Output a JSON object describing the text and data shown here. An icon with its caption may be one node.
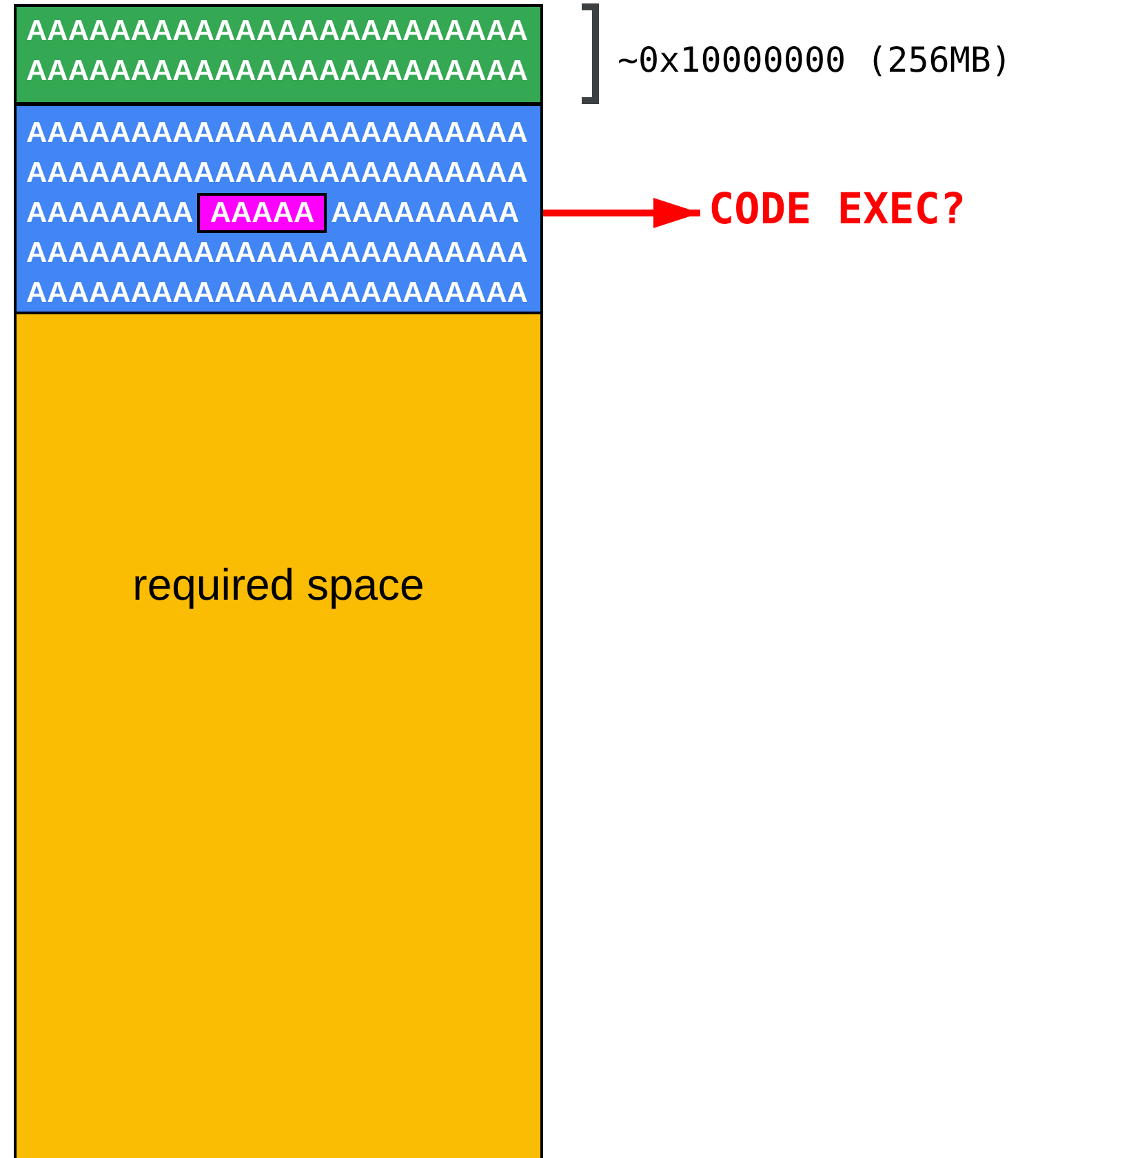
{
  "diagram": {
    "nodes": [
      {
        "text": [
          "AAAAAAAAAAAAAAAAAAAAAAAA",
          "AAAAAAAAAAAAAAAAAAAAAAAA"
        ]
      },
      {
        "text": [
          "AAAAAAAAAAAAAAAAAAAAAAAA",
          "AAAAAAAAAAAAAAAAAAAAAAAA",
          "AAAAAAAA",
          "AAAAAAAAA",
          "AAAAAAAAAAAAAAAAAAAAAAAA",
          "AAAAAAAAAAAAAAAAAAAAAAAA"
        ]
      },
      {
        "text": [
          "AAAAA"
        ],
        "in": 1
      },
      {
        "text": [
          "required space"
        ]
      },
      {
        "text": [
          "CODE EXEC?"
        ]
      }
    ],
    "edges": [
      {
        "from": 2,
        "to": 4,
        "arrow": "to",
        "color": "#ff0000"
      }
    ],
    "labels": [
      "~0x10000000 (256MB)"
    ]
  }
}
